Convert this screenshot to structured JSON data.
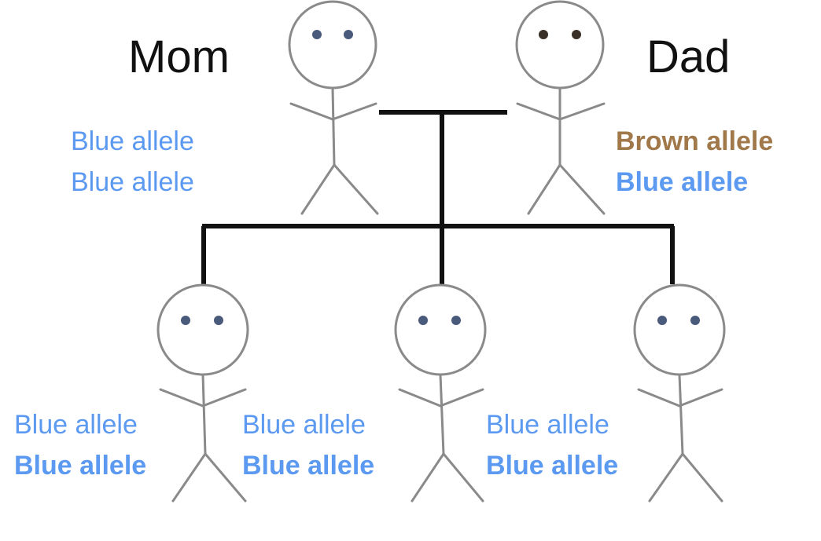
{
  "colors": {
    "blue_allele": "#5b9af0",
    "brown_allele": "#a0784a",
    "figure_stroke": "#8a8a8a",
    "eye": "#4a5a7a",
    "dad_eye": "#3a3028",
    "tree_line": "#111111",
    "name_text": "#111111"
  },
  "mom": {
    "name": "Mom",
    "alleles": [
      "Blue allele",
      "Blue allele"
    ]
  },
  "dad": {
    "name": "Dad",
    "alleles": [
      "Brown allele",
      "Blue allele"
    ]
  },
  "children": [
    {
      "alleles": [
        "Blue allele",
        "Blue allele"
      ]
    },
    {
      "alleles": [
        "Blue allele",
        "Blue allele"
      ]
    },
    {
      "alleles": [
        "Blue allele",
        "Blue allele"
      ]
    }
  ]
}
